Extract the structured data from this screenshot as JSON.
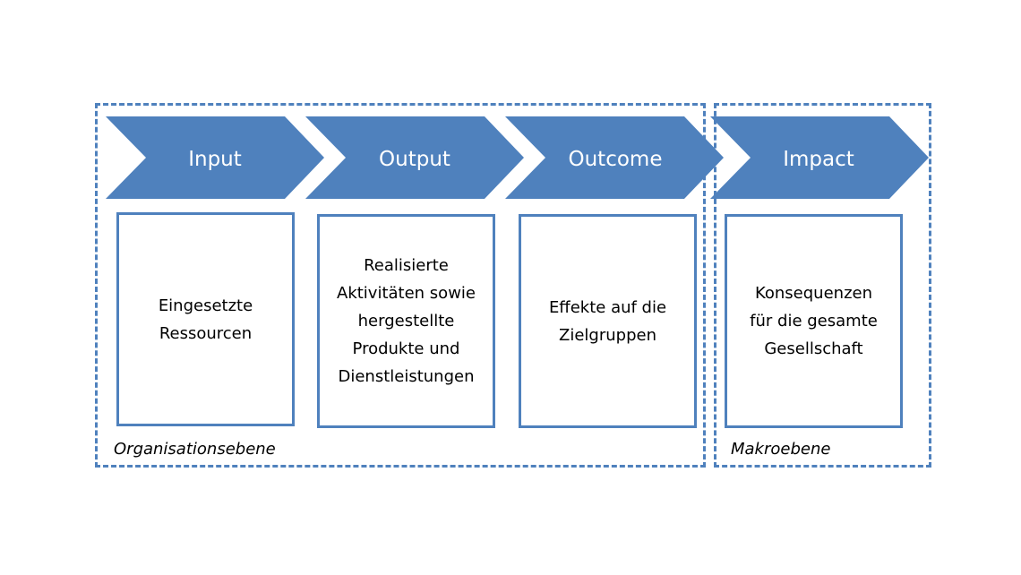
{
  "stages": [
    {
      "label": "Input",
      "description": "Eingesetzte\nRessourcen"
    },
    {
      "label": "Output",
      "description": "Realisierte\nAktivitäten sowie\nhergestellte\nProdukte und\nDienstleistungen"
    },
    {
      "label": "Outcome",
      "description": "Effekte auf die\nZielgruppen"
    },
    {
      "label": "Impact",
      "description": "Konsequenzen\nfür die gesamte\nGesellschaft"
    }
  ],
  "regions": {
    "organisation": "Organisationsebene",
    "macro": "Makroebene"
  },
  "colors": {
    "accent": "#4f81bd",
    "chevron_text": "#ffffff"
  }
}
